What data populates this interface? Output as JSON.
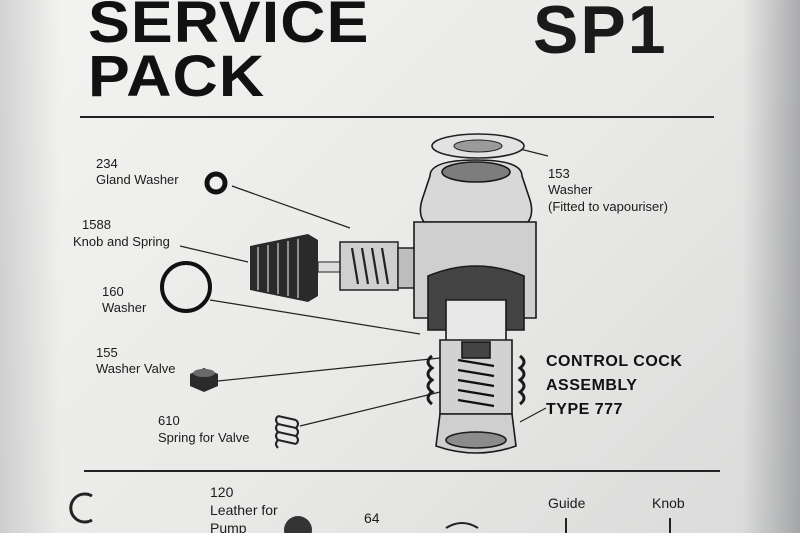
{
  "header": {
    "title_line1": "SERVICE",
    "title_line2": "PACK",
    "code": "SP1"
  },
  "parts": [
    {
      "number": "234",
      "name": "Gland Washer"
    },
    {
      "number": "1588",
      "name": "Knob and Spring"
    },
    {
      "number": "160",
      "name": "Washer"
    },
    {
      "number": "155",
      "name": "Washer Valve"
    },
    {
      "number": "610",
      "name": "Spring for Valve"
    },
    {
      "number": "153",
      "name": "Washer",
      "note": "(Fitted to vapouriser)"
    }
  ],
  "assembly": {
    "line1": "CONTROL COCK",
    "line2": "ASSEMBLY",
    "line3": "TYPE 777"
  },
  "bottom": {
    "part120_number": "120",
    "part120_line1": "Leather for",
    "part120_line2": "Pump",
    "part64_number": "64",
    "guide_label": "Guide",
    "knob_label": "Knob"
  }
}
